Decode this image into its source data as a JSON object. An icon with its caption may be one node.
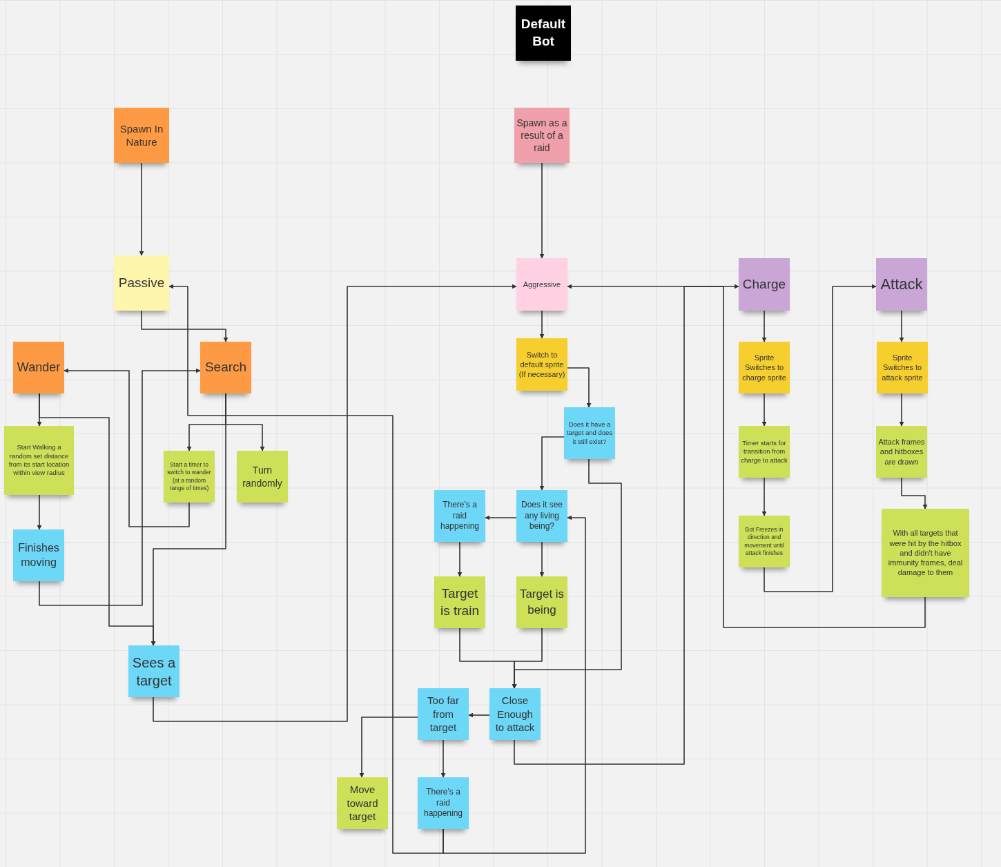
{
  "diagram": {
    "nodes": [
      {
        "text": [
          "Default Bot"
        ]
      },
      {
        "text": [
          "Spawn In Nature"
        ]
      },
      {
        "text": [
          "Spawn as a result of a raid"
        ]
      },
      {
        "text": [
          "Passive"
        ]
      },
      {
        "text": [
          "Aggressive"
        ]
      },
      {
        "text": [
          "Charge"
        ]
      },
      {
        "text": [
          "Attack"
        ]
      },
      {
        "text": [
          "Wander"
        ]
      },
      {
        "text": [
          "Search"
        ]
      },
      {
        "text": [
          "Switch to default sprite (If necessary)"
        ]
      },
      {
        "text": [
          "Sprite Switches to charge sprite"
        ]
      },
      {
        "text": [
          "Sprite Switches to attack sprite"
        ]
      },
      {
        "text": [
          "Does it have a target and does it still exist?"
        ]
      },
      {
        "text": [
          "Start Walking a random set distance from its start location within view radius"
        ]
      },
      {
        "text": [
          "Start a timer to switch to wander (at a random range of times)"
        ]
      },
      {
        "text": [
          "Turn randomly"
        ]
      },
      {
        "text": [
          "Timer starts for transition from charge to attack"
        ]
      },
      {
        "text": [
          "Attack frames and hitboxes are drawn"
        ]
      },
      {
        "text": [
          "There's a raid happening"
        ]
      },
      {
        "text": [
          "Does it see any living being?"
        ]
      },
      {
        "text": [
          "With all targets that were hit by the hitbox and didn't have immunity frames, deal damage to them"
        ]
      },
      {
        "text": [
          "Bot Freezes in direction and movement until attack finishes"
        ]
      },
      {
        "text": [
          "Finishes moving"
        ]
      },
      {
        "text": [
          "Target is train"
        ]
      },
      {
        "text": [
          "Target is being"
        ]
      },
      {
        "text": [
          "Sees a target"
        ]
      },
      {
        "text": [
          "Too far from target"
        ]
      },
      {
        "text": [
          "Close Enough to attack"
        ]
      },
      {
        "text": [
          "Move toward target"
        ]
      },
      {
        "text": [
          "There's a raid happening"
        ]
      }
    ],
    "edges": [
      {
        "from": 1,
        "to": 3,
        "arrow": "to"
      },
      {
        "from": 2,
        "to": 4,
        "arrow": "to"
      },
      {
        "from": 3,
        "to": 8,
        "arrow": "to"
      },
      {
        "from": 4,
        "to": 9,
        "arrow": "to"
      },
      {
        "from": 9,
        "to": 12,
        "arrow": "to"
      },
      {
        "from": 12,
        "to": 19,
        "arrow": "to"
      },
      {
        "from": 19,
        "to": 18,
        "arrow": "to"
      },
      {
        "from": 18,
        "to": 23,
        "arrow": "to"
      },
      {
        "from": 19,
        "to": 24,
        "arrow": "to"
      },
      {
        "from": 23,
        "to": 27,
        "arrow": "to"
      },
      {
        "from": 24,
        "to": 27,
        "arrow": "to"
      },
      {
        "from": 12,
        "to": 27,
        "arrow": "to"
      },
      {
        "from": 27,
        "to": 26,
        "arrow": "to"
      },
      {
        "from": 26,
        "to": 28,
        "arrow": "to"
      },
      {
        "from": 26,
        "to": 29,
        "arrow": "to"
      },
      {
        "from": 29,
        "to": 19,
        "arrow": "to"
      },
      {
        "from": 29,
        "to": 3,
        "arrow": "to"
      },
      {
        "from": 27,
        "to": 5,
        "arrow": "to"
      },
      {
        "from": 20,
        "to": 4,
        "arrow": "to"
      },
      {
        "from": 5,
        "to": 10,
        "arrow": "to"
      },
      {
        "from": 10,
        "to": 16,
        "arrow": "to"
      },
      {
        "from": 16,
        "to": 21,
        "arrow": "to"
      },
      {
        "from": 21,
        "to": 6,
        "arrow": "to"
      },
      {
        "from": 6,
        "to": 11,
        "arrow": "to"
      },
      {
        "from": 11,
        "to": 17,
        "arrow": "to"
      },
      {
        "from": 17,
        "to": 20,
        "arrow": "to"
      },
      {
        "from": 8,
        "to": 14,
        "arrow": "to"
      },
      {
        "from": 8,
        "to": 15,
        "arrow": "to"
      },
      {
        "from": 8,
        "to": 25,
        "arrow": "to"
      },
      {
        "from": 14,
        "to": 7,
        "arrow": "to"
      },
      {
        "from": 7,
        "to": 13,
        "arrow": "to"
      },
      {
        "from": 13,
        "to": 22,
        "arrow": "to"
      },
      {
        "from": 22,
        "to": 8,
        "arrow": "to"
      },
      {
        "from": 7,
        "to": 25,
        "arrow": "to"
      },
      {
        "from": 25,
        "to": 4,
        "arrow": "to"
      }
    ]
  }
}
